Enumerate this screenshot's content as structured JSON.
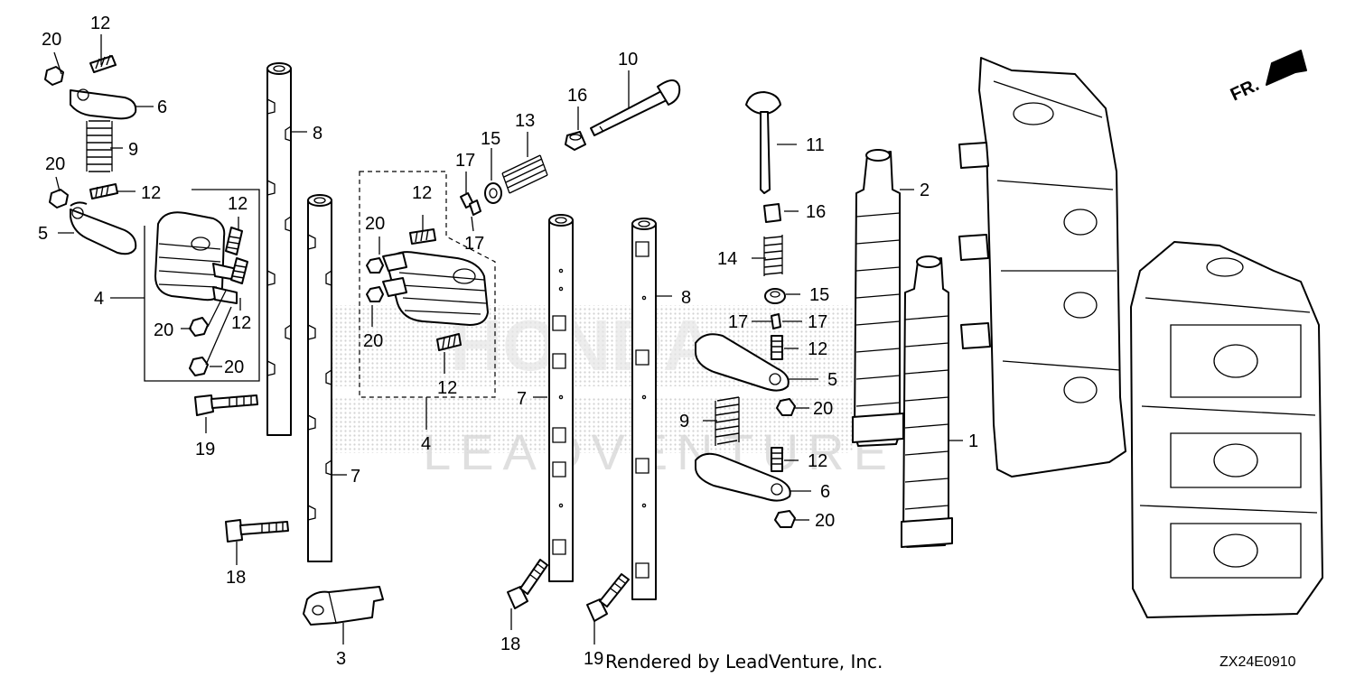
{
  "callouts": {
    "c1": "1",
    "c2": "2",
    "c3": "3",
    "c4a": "4",
    "c4b": "4",
    "c5a": "5",
    "c5b": "5",
    "c6a": "6",
    "c6b": "6",
    "c7a": "7",
    "c7b": "7",
    "c8a": "8",
    "c8b": "8",
    "c9a": "9",
    "c9b": "9",
    "c10": "10",
    "c11": "11",
    "c12a": "12",
    "c12b": "12",
    "c12c": "12",
    "c12d": "12",
    "c12e": "12",
    "c12f": "12",
    "c12g": "12",
    "c12h": "12",
    "c13": "13",
    "c14": "14",
    "c15a": "15",
    "c15b": "15",
    "c16a": "16",
    "c16b": "16",
    "c17a": "17",
    "c17b": "17",
    "c17c": "17",
    "c17d": "17",
    "c18a": "18",
    "c18b": "18",
    "c19a": "19",
    "c19b": "19",
    "c20a": "20",
    "c20b": "20",
    "c20c": "20",
    "c20d": "20",
    "c20e": "20",
    "c20f": "20",
    "c20g": "20",
    "c20h": "20"
  },
  "front_arrow_label": "FR.",
  "watermark": {
    "brand": "HONDA",
    "subtitle": "LEADVENTURE"
  },
  "footer": {
    "credit": "Rendered by LeadVenture, Inc.",
    "diagram_code": "ZX24E0910"
  },
  "colors": {
    "line": "#000000",
    "background": "#ffffff",
    "watermark": "#9a9a9a"
  }
}
